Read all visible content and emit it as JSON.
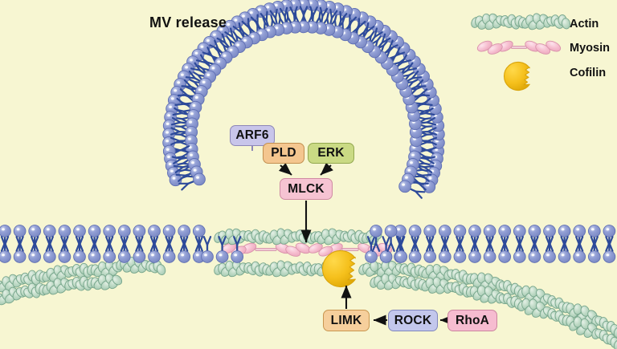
{
  "figure": {
    "title": "MV release",
    "background_color": "#f7f6d2"
  },
  "legend": {
    "items": [
      {
        "key": "actin",
        "label": "Actin",
        "color": "#c2dcc9",
        "stroke": "#6f9c86",
        "icon": "actin-filament-icon"
      },
      {
        "key": "myosin",
        "label": "Myosin",
        "color": "#f6c2d0",
        "stroke": "#cf8ba3",
        "icon": "myosin-filament-icon"
      },
      {
        "key": "cofilin",
        "label": "Cofilin",
        "color": "#f5c21f",
        "stroke": "#d9a013",
        "icon": "cofilin-icon"
      }
    ]
  },
  "membrane": {
    "head_color": "#8a97cf",
    "head_highlight": "#ffffff",
    "tail_color": "#2d4a9a"
  },
  "pathway": {
    "nodes": [
      {
        "id": "arf6",
        "label": "ARF6",
        "fill": "#c8c5ea",
        "stroke": "#8d87b8"
      },
      {
        "id": "pld",
        "label": "PLD",
        "fill": "#f4c68f",
        "stroke": "#c28f50"
      },
      {
        "id": "erk",
        "label": "ERK",
        "fill": "#cada84",
        "stroke": "#93a84f"
      },
      {
        "id": "mlck",
        "label": "MLCK",
        "fill": "#f6c3d2",
        "stroke": "#cf8ba3"
      },
      {
        "id": "limk",
        "label": "LIMK",
        "fill": "#f6cf9c",
        "stroke": "#c9964f"
      },
      {
        "id": "rock",
        "label": "ROCK",
        "fill": "#c3c7ec",
        "stroke": "#8086bd"
      },
      {
        "id": "rhoa",
        "label": "RhoA",
        "fill": "#f6bcd0",
        "stroke": "#cc849f"
      }
    ],
    "edges": [
      {
        "from": "pld",
        "to": "mlck",
        "direction": "down"
      },
      {
        "from": "erk",
        "to": "mlck",
        "direction": "down"
      },
      {
        "from": "mlck",
        "to": "myosin",
        "direction": "down"
      },
      {
        "from": "rhoa",
        "to": "rock",
        "direction": "left"
      },
      {
        "from": "rock",
        "to": "limk",
        "direction": "left"
      },
      {
        "from": "limk",
        "to": "cofilin",
        "direction": "up"
      }
    ]
  }
}
